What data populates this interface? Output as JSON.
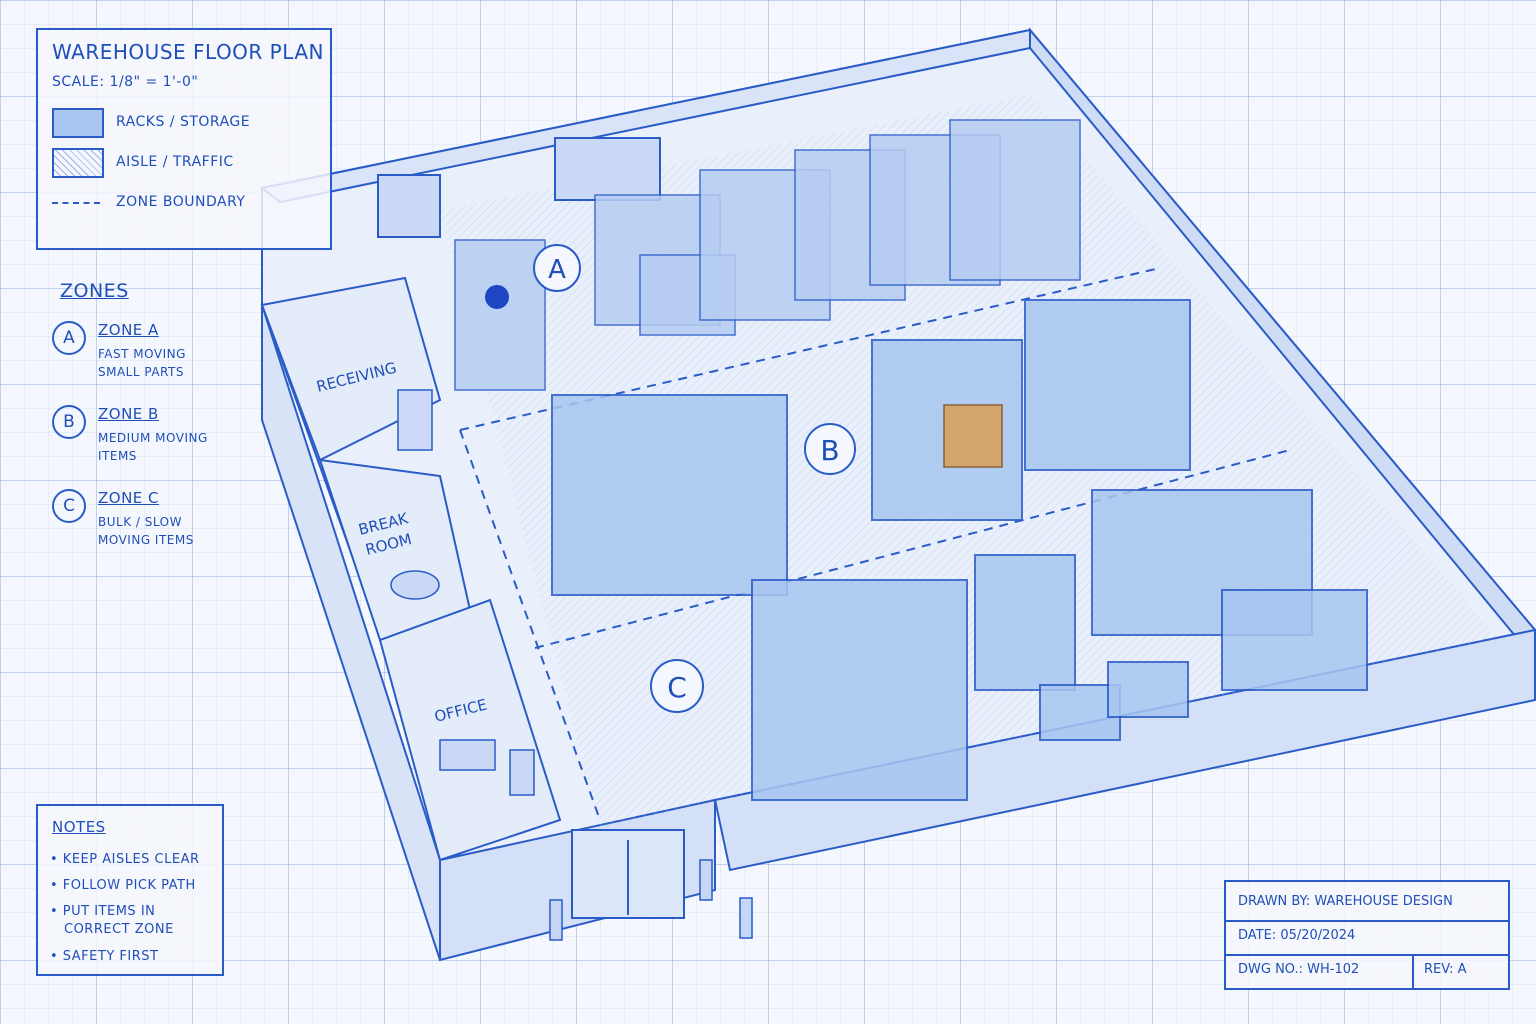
{
  "legend": {
    "title": "WAREHOUSE FLOOR PLAN",
    "scale": "SCALE: 1/8\" = 1'-0\"",
    "items": [
      {
        "swatch": "rack",
        "label": "RACKS / STORAGE"
      },
      {
        "swatch": "aisle",
        "label": "AISLE / TRAFFIC"
      },
      {
        "swatch": "dashed",
        "label": "ZONE BOUNDARY"
      }
    ]
  },
  "zones": {
    "title": "ZONES",
    "items": [
      {
        "letter": "A",
        "name": "ZONE A",
        "description": "FAST MOVING SMALL PARTS"
      },
      {
        "letter": "B",
        "name": "ZONE B",
        "description": "MEDIUM MOVING ITEMS"
      },
      {
        "letter": "C",
        "name": "ZONE C",
        "description": "BULK / SLOW MOVING ITEMS"
      }
    ]
  },
  "rooms": {
    "receiving": "RECEIVING",
    "break_room": [
      "BREAK",
      "ROOM"
    ],
    "office": "OFFICE"
  },
  "zone_markers": [
    "A",
    "B",
    "C"
  ],
  "notes": {
    "title": "NOTES",
    "items": [
      "• KEEP AISLES CLEAR",
      "• FOLLOW PICK PATH",
      "• PUT ITEMS IN",
      "CORRECT ZONE",
      "• SAFETY FIRST"
    ]
  },
  "title_block": {
    "drawn_by": "DRAWN BY: WAREHOUSE DESIGN",
    "date": "DATE: 05/20/2024",
    "dwg_no": "DWG NO.: WH-102",
    "rev": "REV: A"
  },
  "colors": {
    "ink": "#2a5cc8",
    "rack_fill": "#a8c6f0",
    "floor": "#e9effb",
    "marker_dot": "#1d45c4",
    "box": "#d3a46c"
  }
}
